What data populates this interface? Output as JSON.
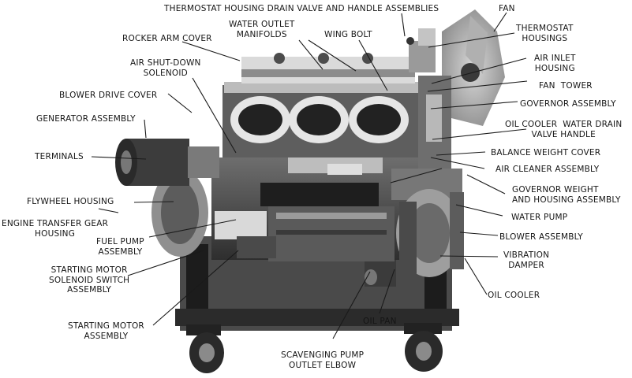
{
  "labels": {
    "thermostat_drain": "THERMOSTAT HOUSING DRAIN VALVE AND HANDLE ASSEMBLIES",
    "fan": "FAN",
    "water_outlet": "WATER OUTLET\nMANIFOLDS",
    "wing_bolt": "WING BOLT",
    "rocker_arm_cover": "ROCKER ARM COVER",
    "thermostat_housings": "THERMOSTAT\nHOUSINGS",
    "air_shutdown": "AIR SHUT-DOWN\nSOLENOID",
    "air_inlet": "AIR INLET\nHOUSING",
    "fan_tower": "FAN  TOWER",
    "blower_drive_cover": "BLOWER DRIVE COVER",
    "governor_assembly": "GOVERNOR ASSEMBLY",
    "generator_assembly": "GENERATOR ASSEMBLY",
    "oil_cooler_drain": "OIL COOLER  WATER DRAIN\nVALVE HANDLE",
    "terminals": "TERMINALS",
    "balance_weight_cover": "BALANCE WEIGHT COVER",
    "air_cleaner": "AIR CLEANER ASSEMBLY",
    "flywheel_housing": "FLYWHEEL HOUSING",
    "governor_weight": "GOVERNOR WEIGHT\nAND HOUSING ASSEMBLY",
    "engine_transfer": "ENGINE TRANSFER GEAR\nHOUSING",
    "water_pump": "WATER PUMP",
    "fuel_pump": "FUEL PUMP\nASSEMBLY",
    "blower_assembly": "BLOWER ASSEMBLY",
    "vibration_damper": "VIBRATION\nDAMPER",
    "starting_motor_solenoid": "STARTING MOTOR\nSOLENOID SWITCH\nASSEMBLY",
    "oil_cooler": "OIL COOLER",
    "starting_motor": "STARTING MOTOR\nASSEMBLY",
    "oil_pan": "OIL PAN",
    "scavenging_pump": "SCAVENGING PUMP\nOUTLET ELBOW"
  }
}
